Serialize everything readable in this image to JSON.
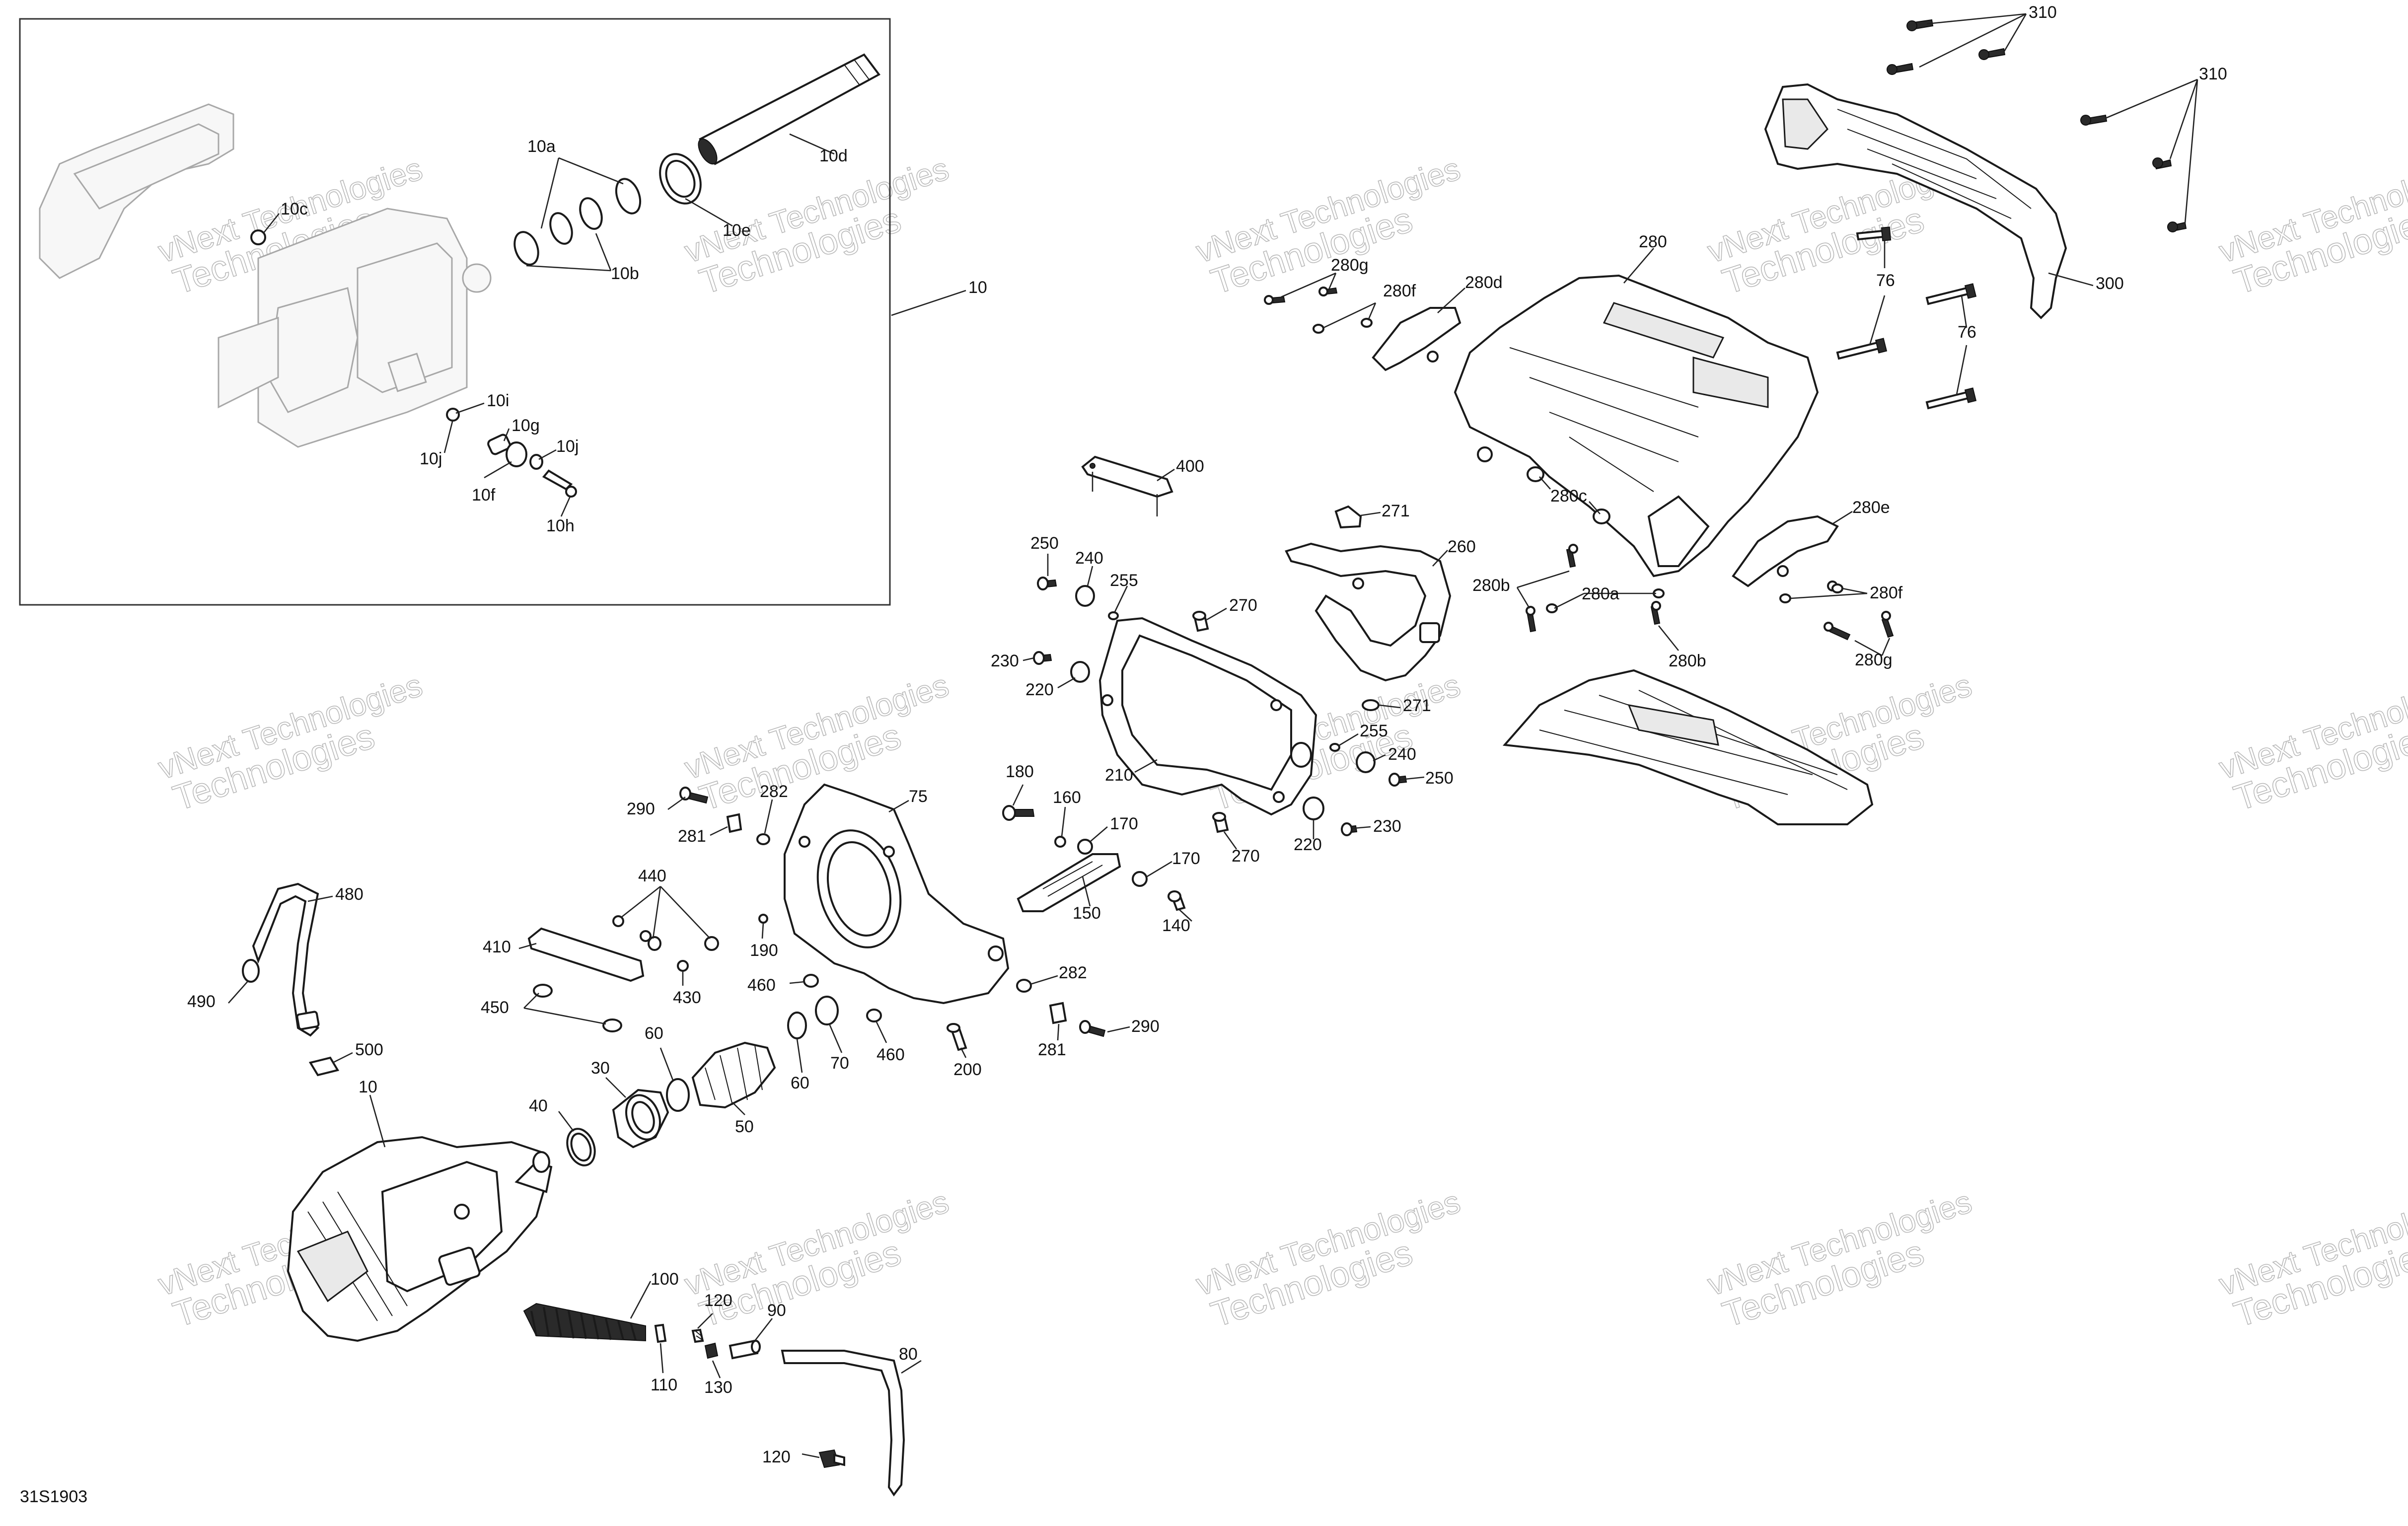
{
  "diagram_code": "31S1903",
  "watermark": {
    "line1": "vNext Technologies",
    "line2": "Technologies"
  },
  "callouts": {
    "kit": {
      "c10": "10",
      "c10a": "10a",
      "c10b": "10b",
      "c10c": "10c",
      "c10d": "10d",
      "c10e": "10e",
      "c10f": "10f",
      "c10g": "10g",
      "c10h": "10h",
      "c10i": "10i",
      "c10j_a": "10j",
      "c10j_b": "10j"
    },
    "upper_right": {
      "c310_a": "310",
      "c310_b": "310",
      "c300": "300",
      "c76_a": "76",
      "c76_b": "76",
      "c280": "280",
      "c280g_a": "280g",
      "c280f_a": "280f",
      "c280d": "280d",
      "c280c": "280c",
      "c280e": "280e",
      "c280b_a": "280b",
      "c280a": "280a",
      "c280b_b": "280b",
      "c280f_b": "280f",
      "c280g_b": "280g"
    },
    "middle": {
      "c400": "400",
      "c271_a": "271",
      "c260": "260",
      "c250_a": "250",
      "c240_a": "240",
      "c255_a": "255",
      "c270_a": "270",
      "c230_a": "230",
      "c220_a": "220",
      "c271_b": "271",
      "c255_b": "255",
      "c240_b": "240",
      "c250_b": "250",
      "c210": "210",
      "c220_b": "220",
      "c230_b": "230",
      "c270_b": "270",
      "c180": "180",
      "c160": "160",
      "c170_a": "170",
      "c170_b": "170",
      "c150": "150",
      "c140": "140"
    },
    "left": {
      "c290_a": "290",
      "c282_a": "282",
      "c75": "75",
      "c281_a": "281",
      "c440": "440",
      "c410": "410",
      "c430": "430",
      "c190": "190",
      "c460_a": "460",
      "c282_b": "282",
      "c450": "450",
      "c60_a": "60",
      "c60_b": "60",
      "c70": "70",
      "c460_b": "460",
      "c281_b": "281",
      "c290_b": "290",
      "c200": "200",
      "c480": "480",
      "c490": "490",
      "c500": "500",
      "c10_main": "10",
      "c30": "30",
      "c40": "40",
      "c50": "50",
      "c100": "100",
      "c120_a": "120",
      "c90": "90",
      "c80": "80",
      "c110": "110",
      "c130": "130",
      "c120_b": "120"
    }
  }
}
